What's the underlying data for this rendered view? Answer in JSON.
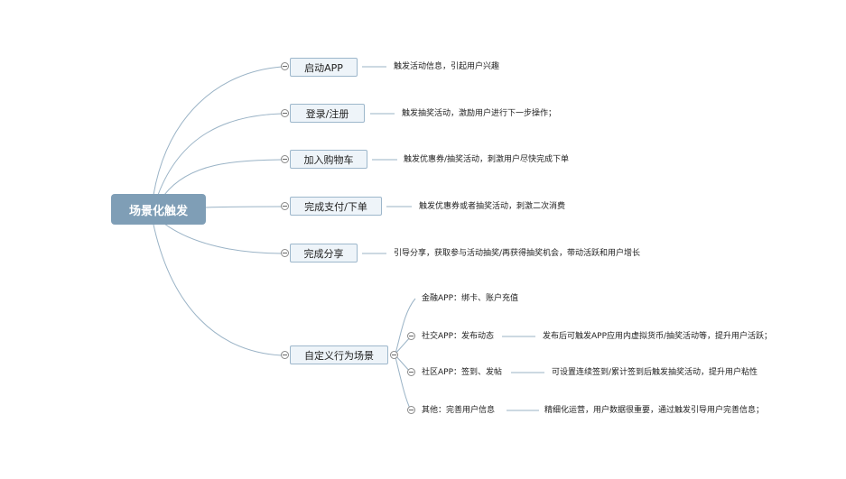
{
  "root": {
    "label": "场景化触发"
  },
  "branches": [
    {
      "label": "启动APP",
      "note": "触发活动信息，引起用户兴趣"
    },
    {
      "label": "登录/注册",
      "note": "触发抽奖活动，激励用户进行下一步操作；"
    },
    {
      "label": "加入购物车",
      "note": "触发优惠券/抽奖活动，刺激用户尽快完成下单"
    },
    {
      "label": "完成支付/下单",
      "note": "触发优惠券或者抽奖活动，刺激二次消费"
    },
    {
      "label": "完成分享",
      "note": "引导分享，获取参与活动抽奖/再获得抽奖机会，带动活跃和用户增长"
    },
    {
      "label": "自定义行为场景"
    }
  ],
  "custom_items": [
    {
      "label": "金融APP：绑卡、账户充值"
    },
    {
      "label": "社交APP：发布动态",
      "note": "发布后可触发APP应用内虚拟货币/抽奖活动等，提升用户活跃；"
    },
    {
      "label": "社区APP：签到、发帖",
      "note": "可设置连续签到/累计签到后触发抽奖活动，提升用户粘性"
    },
    {
      "label": "其他：完善用户信息",
      "note": "精细化运营，用户数据很重要，通过触发引导用户完善信息；"
    }
  ],
  "colors": {
    "connector": "#9ab3c6",
    "root_fill": "#7f9eb6",
    "node_fill": "#eef4f9",
    "node_border": "#9db7cb"
  }
}
